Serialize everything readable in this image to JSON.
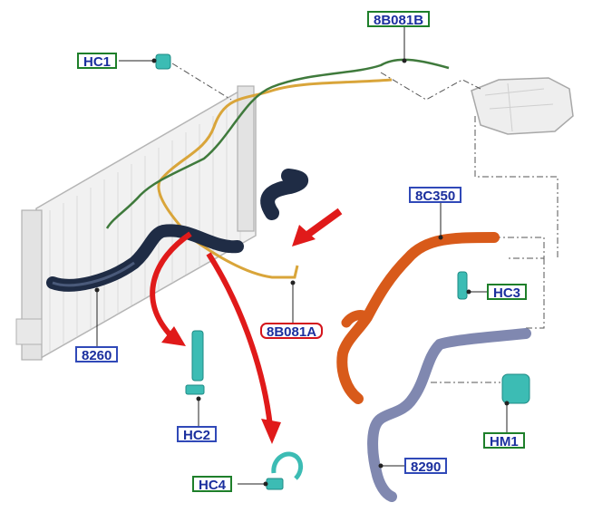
{
  "callouts": {
    "hc1": "HC1",
    "b8b081b": "8B081B",
    "c8c350": "8C350",
    "hc3": "HC3",
    "b8b081a": "8B081A",
    "p8260": "8260",
    "hc2": "HC2",
    "hm1": "HM1",
    "hc4": "HC4",
    "p8290": "8290"
  },
  "colors": {
    "green_frame": "#1e7f2a",
    "blue_frame": "#3049b8",
    "highlight_red": "#d4141c",
    "hose_black": "#1f2c45",
    "hose_orange": "#d85a1a",
    "hose_grey_blue": "#8088b0",
    "pipe_yellow": "#d9a53a",
    "pipe_green": "#3f7a3c",
    "clip_teal": "#3cbcb4"
  }
}
